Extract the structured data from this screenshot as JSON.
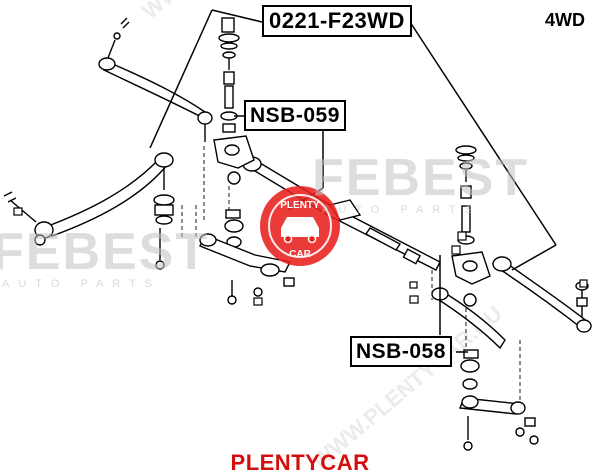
{
  "labels": {
    "part_main": "0221-F23WD",
    "part_upper": "NSB-059",
    "part_lower": "NSB-058",
    "drive_type": "4WD"
  },
  "watermarks": {
    "brand": "FEBEST",
    "brand_sub": "AUTO PARTS",
    "shop_diag": "WWW.PLENTYCAR.RU",
    "badge_text_top": "PLENTY",
    "badge_text_bottom": "CAR"
  },
  "footer": {
    "brand": "PLENTYCAR"
  },
  "colors": {
    "line": "#000000",
    "watermark_grey": "#c2c2c2",
    "footer_red": "#d40d0d",
    "badge_red": "#e8201e"
  }
}
